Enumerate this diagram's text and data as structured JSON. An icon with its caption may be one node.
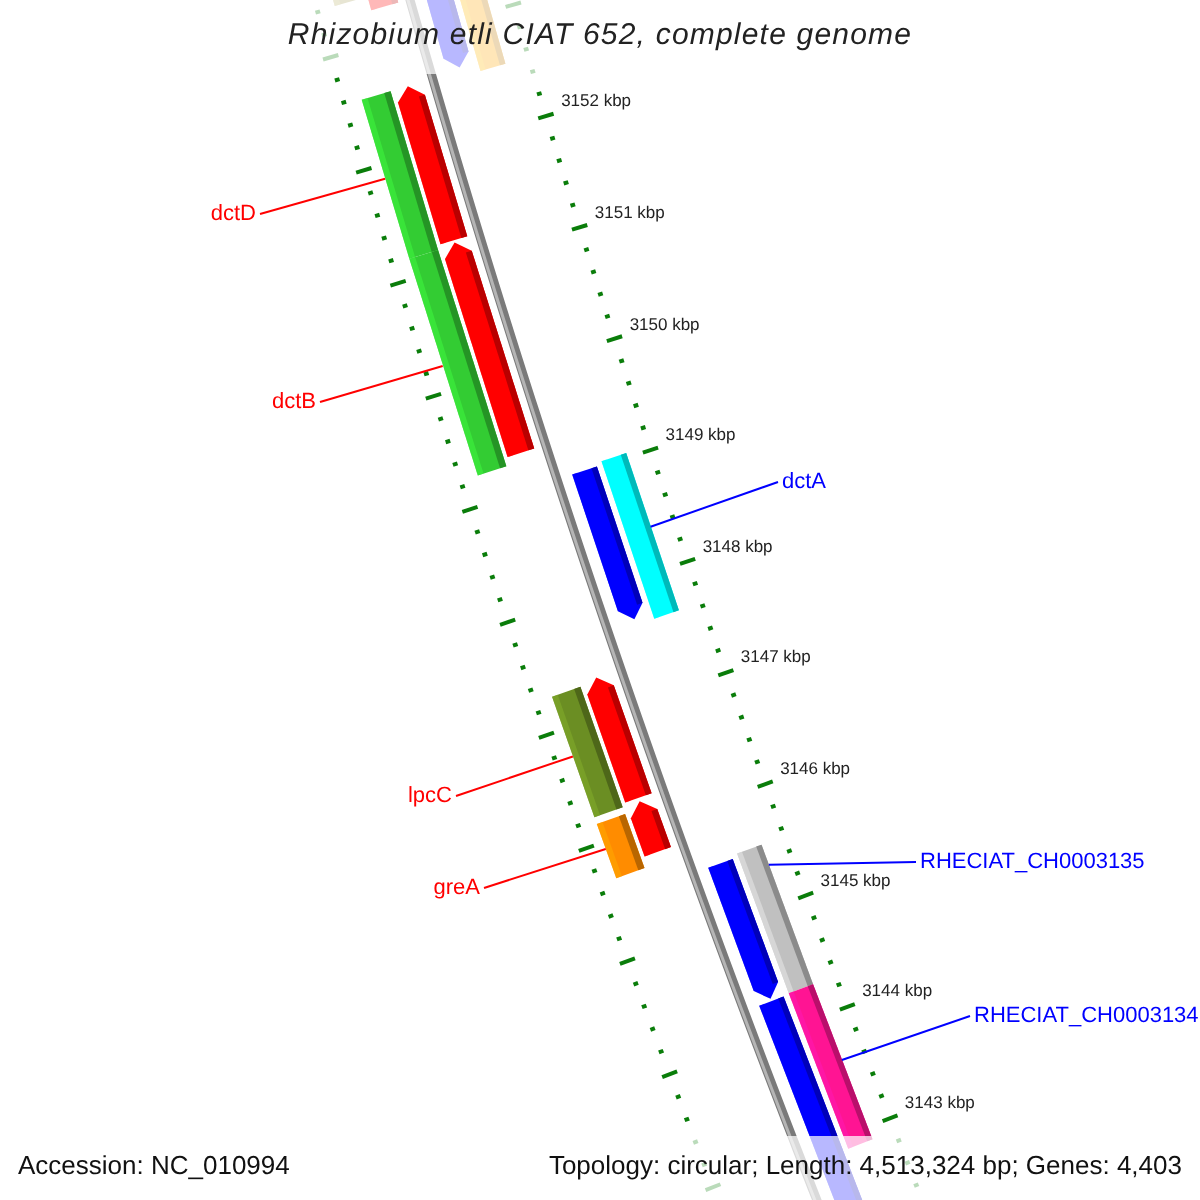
{
  "diagram": {
    "title": "Rhizobium etli CIAT 652, complete genome",
    "nodes": [
      {
        "text": [
          "dctD"
        ]
      },
      {
        "text": [],
        "shape": "bar"
      },
      {
        "text": [
          "dctB"
        ]
      },
      {
        "text": [],
        "shape": "bar"
      },
      {
        "text": [
          "dctA"
        ]
      },
      {
        "text": [],
        "shape": "bar"
      },
      {
        "text": [
          "lpcC"
        ]
      },
      {
        "text": [],
        "shape": "bar"
      },
      {
        "text": [
          "greA"
        ]
      },
      {
        "text": [],
        "shape": "bar"
      },
      {
        "text": [
          "RHECIAT_CH0003135"
        ]
      },
      {
        "text": [],
        "shape": "bar"
      },
      {
        "text": [
          "RHECIAT_CH0003134"
        ]
      },
      {
        "text": [],
        "shape": "bar"
      }
    ],
    "edges": [
      {
        "from": 0,
        "to": 1,
        "arrow": "none"
      },
      {
        "from": 2,
        "to": 3,
        "arrow": "none"
      },
      {
        "from": 4,
        "to": 5,
        "arrow": "none",
        "color": "#0000ff"
      },
      {
        "from": 6,
        "to": 7,
        "arrow": "none"
      },
      {
        "from": 8,
        "to": 9,
        "arrow": "none"
      },
      {
        "from": 10,
        "to": 11,
        "arrow": "none",
        "color": "#0000ff"
      },
      {
        "from": 12,
        "to": 13,
        "arrow": "none",
        "color": "#0000ff"
      }
    ],
    "labels": [
      "3152 kbp",
      "3151 kbp",
      "3150 kbp",
      "3149 kbp",
      "3148 kbp",
      "3147 kbp",
      "3146 kbp",
      "3145 kbp",
      "3144 kbp",
      "3143 kbp",
      "Accession: NC_010994",
      "Topology: circular; Length: 4,513,324 bp; Genes: 4,403"
    ]
  }
}
